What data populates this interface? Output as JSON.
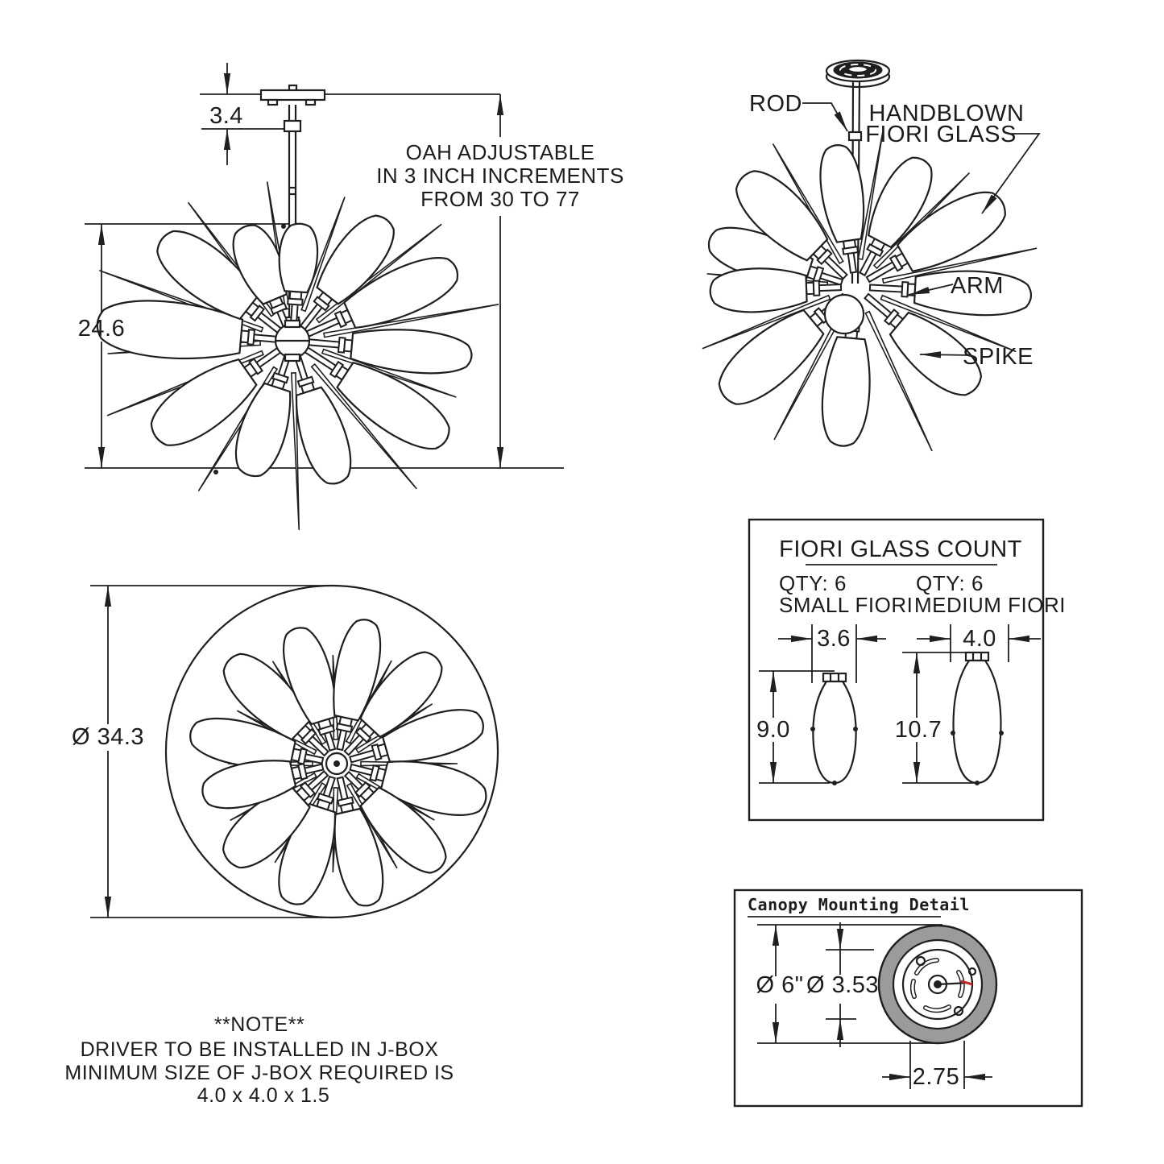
{
  "sheet": {
    "background": "#ffffff",
    "line_color": "#1f1f1f",
    "canopy_ring_color": "#9b9b9b",
    "red_mark_color": "#c03028"
  },
  "side_view": {
    "canopy_drop_dim": "3.4",
    "body_height_dim": "24.6",
    "oah_note_lines": [
      "OAH ADJUSTABLE",
      "IN 3 INCH INCREMENTS",
      "FROM 30 TO 77"
    ]
  },
  "labeled_view": {
    "rod_label": "ROD",
    "glass_label_line1": "HANDBLOWN",
    "glass_label_line2": "FIORI GLASS",
    "arm_label": "ARM",
    "spike_label": "SPIKE"
  },
  "top_view": {
    "diameter_dim": "Ø 34.3"
  },
  "glass_count_panel": {
    "title": "FIORI GLASS COUNT",
    "small": {
      "qty": "QTY: 6",
      "name": "SMALL FIORI",
      "width_dim": "3.6",
      "height_dim": "9.0"
    },
    "medium": {
      "qty": "QTY: 6",
      "name": "MEDIUM FIORI",
      "width_dim": "4.0",
      "height_dim": "10.7"
    }
  },
  "canopy_panel": {
    "title": "Canopy Mounting Detail",
    "outer_diameter_dim": "Ø 6\"",
    "plate_diameter_dim": "Ø 3.53",
    "mount_spacing_dim": "2.75"
  },
  "note_block": {
    "lines": [
      "**NOTE**",
      "DRIVER TO BE INSTALLED IN J-BOX",
      "MINIMUM SIZE OF J-BOX REQUIRED IS",
      "4.0 x 4.0 x 1.5"
    ]
  }
}
